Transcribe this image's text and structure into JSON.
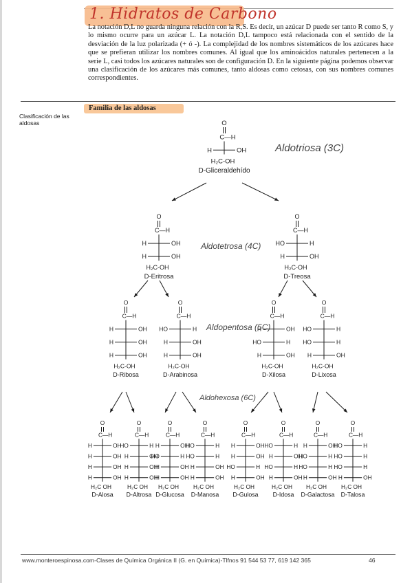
{
  "header": {
    "title": "1. Hidratos de Carbono"
  },
  "intro": {
    "paragraph": "La notación D,L no guarda ninguna relación con la R,S. Es decir, un azúcar D puede ser tanto R como S, y lo mismo ocurre para un azúcar L. La notación D,L tampoco está relacionada con el sentido de la desviación de la luz polarizada (+ ó -). La complejidad de los nombres sistemáticos de los azúcares hace que se prefieran utilizar los nombres comunes. Al igual que los aminoácidos naturales pertenecen a la serie L, casi todos los azúcares naturales son de configuración D. En la siguiente página podemos observar una clasificación de los azúcares más comunes, tanto aldosas como cetosas, con sus nombres comunes correspondientes."
  },
  "sidebar": {
    "label": "Clasificación de las aldosas"
  },
  "section": {
    "title": "Familia de las aldosas"
  },
  "annotations": {
    "triose": "Aldotriosa (3C)",
    "tetrose": "Aldotetrosa (4C)",
    "pentose": "Aldopentosa (5C)",
    "hexose": "Aldohexosa (6C)"
  },
  "structures": {
    "top_group": "C—H",
    "oxygen": "O",
    "oh": "OH",
    "h": "H",
    "ho": "HO",
    "ch2oh": "H₂C-OH",
    "ch2oh_short": "H₂C OH"
  },
  "sugars": {
    "c3": [
      "D-Gliceraldehído"
    ],
    "c4": [
      "D-Eritrosa",
      "D-Treosa"
    ],
    "c5": [
      "D-Ribosa",
      "D-Arabinosa",
      "D-Xilosa",
      "D-Lixosa"
    ],
    "c6": [
      "D-Alosa",
      "D-Altrosa",
      "D-Glucosa",
      "D-Manosa",
      "D-Gulosa",
      "D-Idosa",
      "D-Galactosa",
      "D-Talosa"
    ]
  },
  "footer": {
    "text": "www.monteroespinosa.com-Clases de Química Orgánica II (G. en Química)-Tlfnos 91 544 53 77, 619 142 365",
    "page": "46"
  }
}
